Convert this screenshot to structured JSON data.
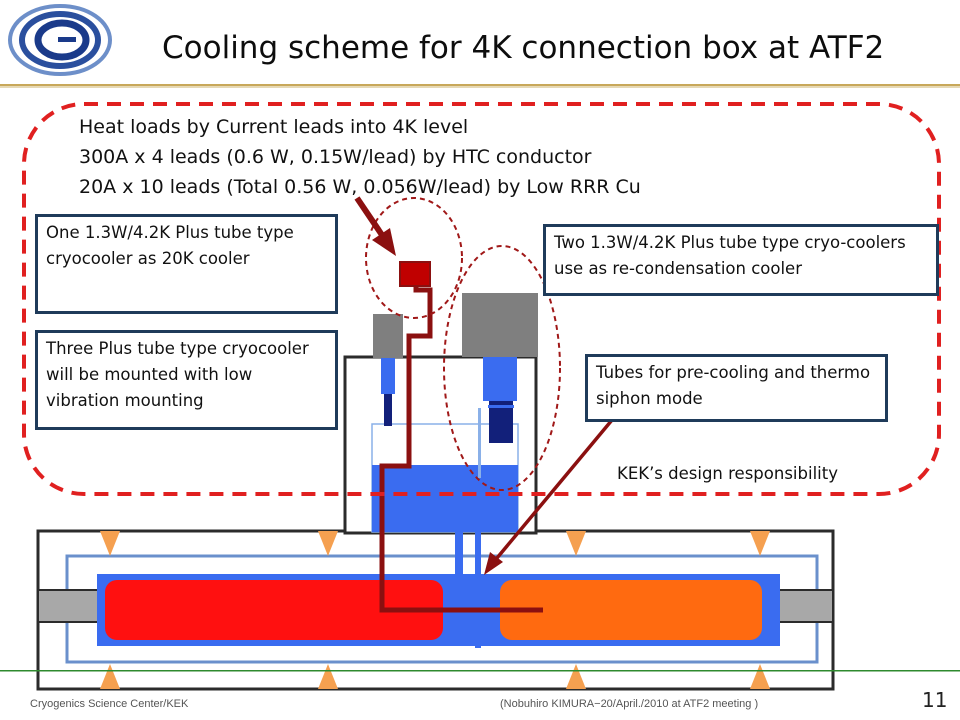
{
  "slide": {
    "title": "Cooling scheme for 4K connection box at ATF2",
    "page_number": "11"
  },
  "heat_loads": {
    "line1": "Heat loads by Current leads into 4K level",
    "line2": "300A x 4 leads (0.6 W, 0.15W/lead) by HTC conductor",
    "line3": "20A x 10 leads (Total 0.56 W, 0.056W/lead) by Low RRR Cu"
  },
  "callouts": {
    "one_cooler": "One 1.3W/4.2K Plus tube type cryocooler as 20K cooler",
    "three_coolers": "Three Plus tube type cryocooler will be mounted with low vibration mounting",
    "two_coolers": "Two 1.3W/4.2K Plus tube type cryo-coolers use as re-condensation cooler",
    "tubes": "Tubes for pre-cooling and thermo siphon mode"
  },
  "responsibility_label": "KEK’s design responsibility",
  "footer": {
    "left": "Cryogenics Science Center/KEK",
    "right": "(Nobuhiro KIMURA−20/April./2010 at ATF2 meeting )"
  },
  "colors": {
    "dashed_boundary": "#e02020",
    "liquid_blue": "#3a6cf0",
    "magnet_red": "#ff1010",
    "magnet_orange": "#ff6a10",
    "lead_darkred": "#8b1010",
    "support_orange": "#f5a050",
    "box_border": "#1f3b5a"
  },
  "logo": {
    "icon": "kek-logo-icon"
  }
}
